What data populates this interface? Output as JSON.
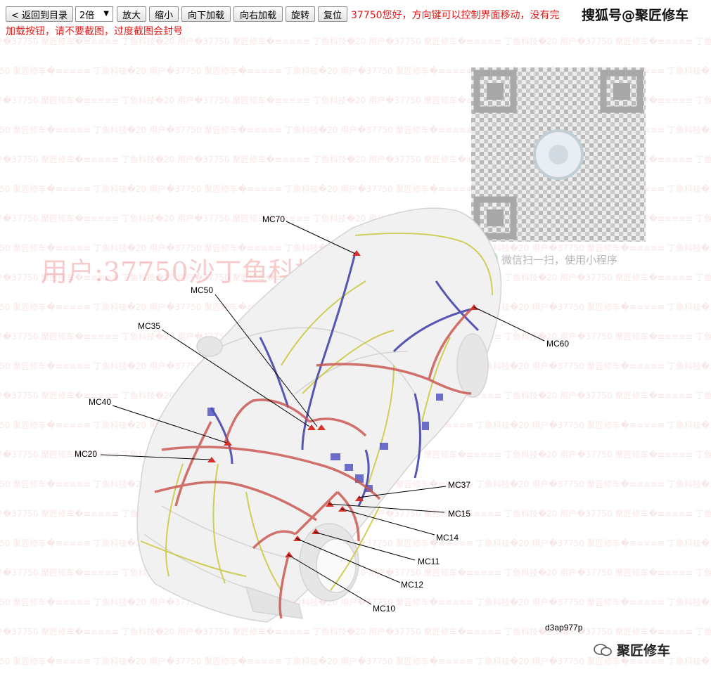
{
  "toolbar": {
    "back_label": "< 返回到目录",
    "zoom_select": "2倍",
    "zoom_in_label": "放大",
    "zoom_out_label": "缩小",
    "load_down_label": "向下加载",
    "load_right_label": "向右加载",
    "rotate_label": "旋转",
    "reset_label": "复位"
  },
  "notice": {
    "line1": "37750您好，方向键可以控制界面移动，没有完",
    "line2": "加载按钮，请不要截图，过度截图会封号"
  },
  "watermark": {
    "top_brand": "搜狐号@聚匠修车",
    "big": "用户:37750沙丁鱼科技37750",
    "repeat": "用户�37750 聚匠修车�≡≡≡≡≡ 丁鱼科技�20 ",
    "qr_caption": "微信扫一扫，使用小程序",
    "bottom_brand": "聚匠修车"
  },
  "diagram": {
    "figure_id": "d3ap977p",
    "callouts": [
      "MC70",
      "MC50",
      "MC35",
      "MC40",
      "MC20",
      "MC60",
      "MC37",
      "MC15",
      "MC14",
      "MC11",
      "MC12",
      "MC10"
    ]
  },
  "colors": {
    "harness_red": "#c9504a",
    "harness_blue": "#3c3ca8",
    "harness_yellow": "#c8c83c",
    "notice_red": "#e21b1b"
  }
}
